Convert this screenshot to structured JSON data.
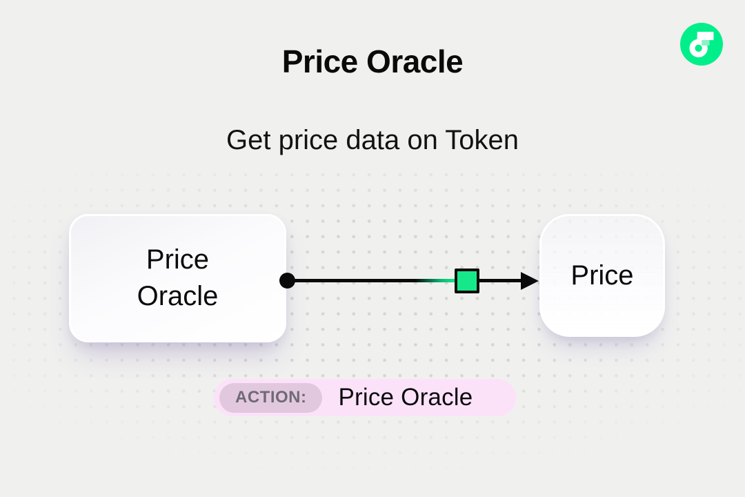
{
  "header": {
    "title": "Price Oracle",
    "subtitle": "Get price data on Token"
  },
  "logo": {
    "name": "Flow",
    "color": "#00EF8B"
  },
  "diagram": {
    "nodes": [
      {
        "id": "source",
        "label": "Price Oracle"
      },
      {
        "id": "target",
        "label": "Price"
      }
    ],
    "edge": {
      "from": "Price Oracle",
      "to": "Price",
      "marker_shape": "square",
      "marker_color": "#16E88A"
    }
  },
  "badge": {
    "label": "ACTION:",
    "value": "Price Oracle",
    "background": "#FBE2F9",
    "label_background": "#E2C8DF"
  },
  "colors": {
    "background": "#F0F0EF",
    "dots": "#D6D6D6",
    "text": "#0A0A0A",
    "flow_green": "#00EF8B",
    "marker_green": "#16E88A"
  }
}
